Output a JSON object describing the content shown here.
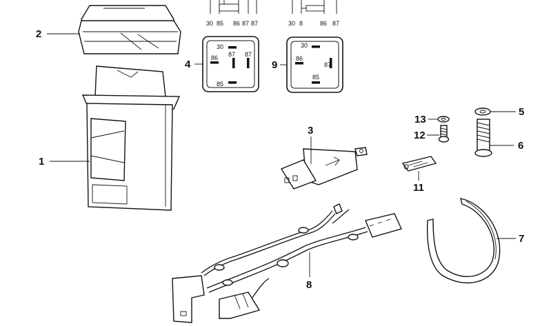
{
  "callouts": {
    "c1": "1",
    "c2": "2",
    "c3": "3",
    "c4": "4",
    "c5": "5",
    "c6": "6",
    "c7": "7",
    "c8": "8",
    "c9": "9",
    "c11": "11",
    "c12": "12",
    "c13": "13"
  },
  "relay_top_pins_left": [
    "30",
    "85",
    "86",
    "87",
    "87"
  ],
  "relay_top_pins_right": [
    "30",
    "8",
    "86",
    "87"
  ],
  "relay4_pins": {
    "p30": "30",
    "p86": "86",
    "p87a": "87",
    "p87b": "87",
    "p85": "85"
  },
  "relay9_pins": {
    "p30": "30",
    "p86": "86",
    "p87": "87",
    "p85": "85"
  }
}
